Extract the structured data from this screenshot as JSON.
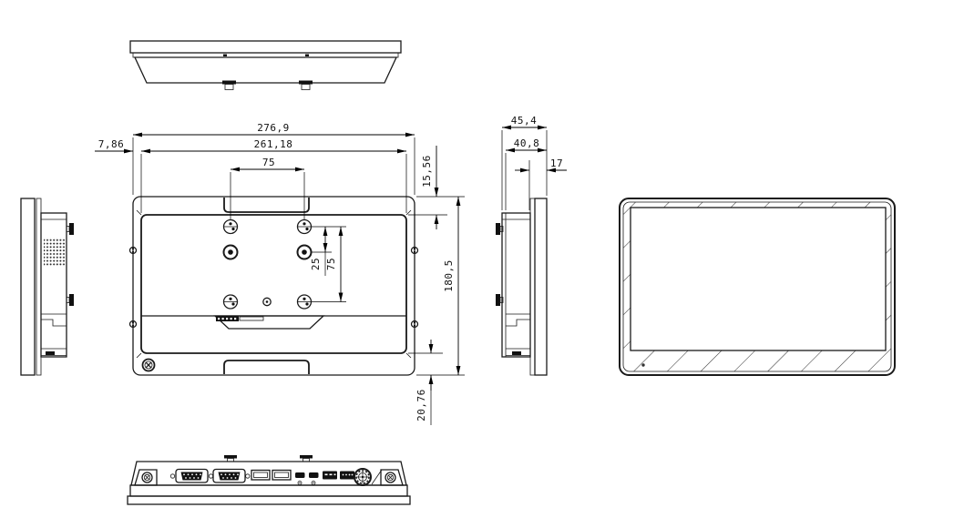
{
  "colors": {
    "line": "#1a1a1a",
    "dark": "#111111",
    "background": "#ffffff"
  },
  "dims": {
    "overall_width": "276,9",
    "plate_width": "261,18",
    "plate_offset_left": "7,86",
    "vesa_spacing_h": "75",
    "vesa_spacing_v": "75",
    "center_hole_offset": "25",
    "plate_offset_top": "15,56",
    "overall_height": "180,5",
    "plate_offset_bottom": "20,76",
    "overall_depth": "45,4",
    "body_depth": "40,8",
    "mount_inset_depth": "17"
  }
}
